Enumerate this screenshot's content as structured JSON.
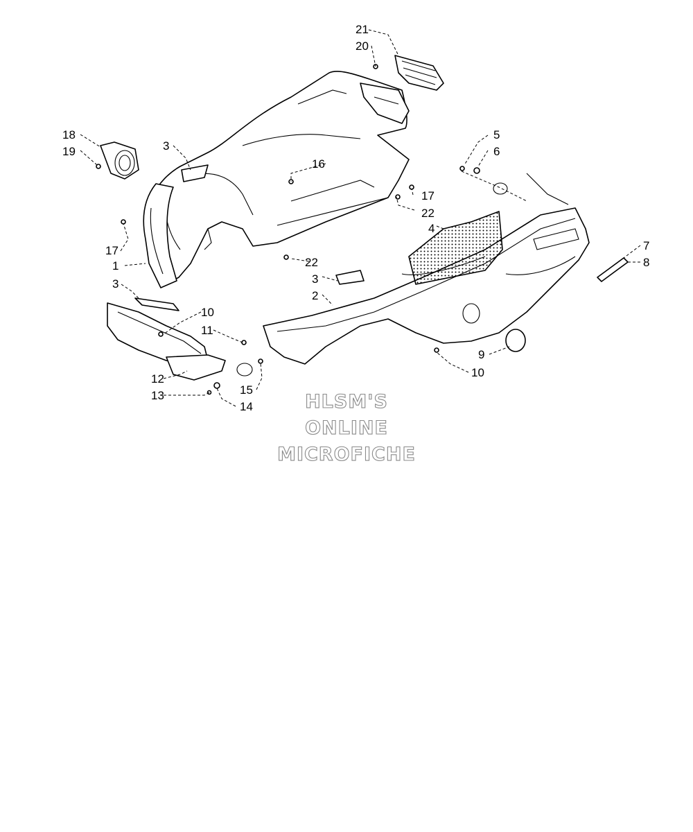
{
  "callouts": {
    "c1": "1",
    "c2": "2",
    "c3a": "3",
    "c3b": "3",
    "c3c": "3",
    "c4": "4",
    "c5": "5",
    "c6": "6",
    "c7": "7",
    "c8": "8",
    "c9": "9",
    "c10a": "10",
    "c10b": "10",
    "c11": "11",
    "c12": "12",
    "c13": "13",
    "c14": "14",
    "c15": "15",
    "c16": "16",
    "c17a": "17",
    "c17b": "17",
    "c18": "18",
    "c19": "19",
    "c20": "20",
    "c21": "21",
    "c22a": "22",
    "c22b": "22"
  },
  "watermark": {
    "line1": "HLSM'S",
    "line2": "ONLINE",
    "line3": "MICROFICHE"
  },
  "colors": {
    "ink": "#000000",
    "watermark_outline": "#8a8a8a",
    "background": "#ffffff"
  }
}
